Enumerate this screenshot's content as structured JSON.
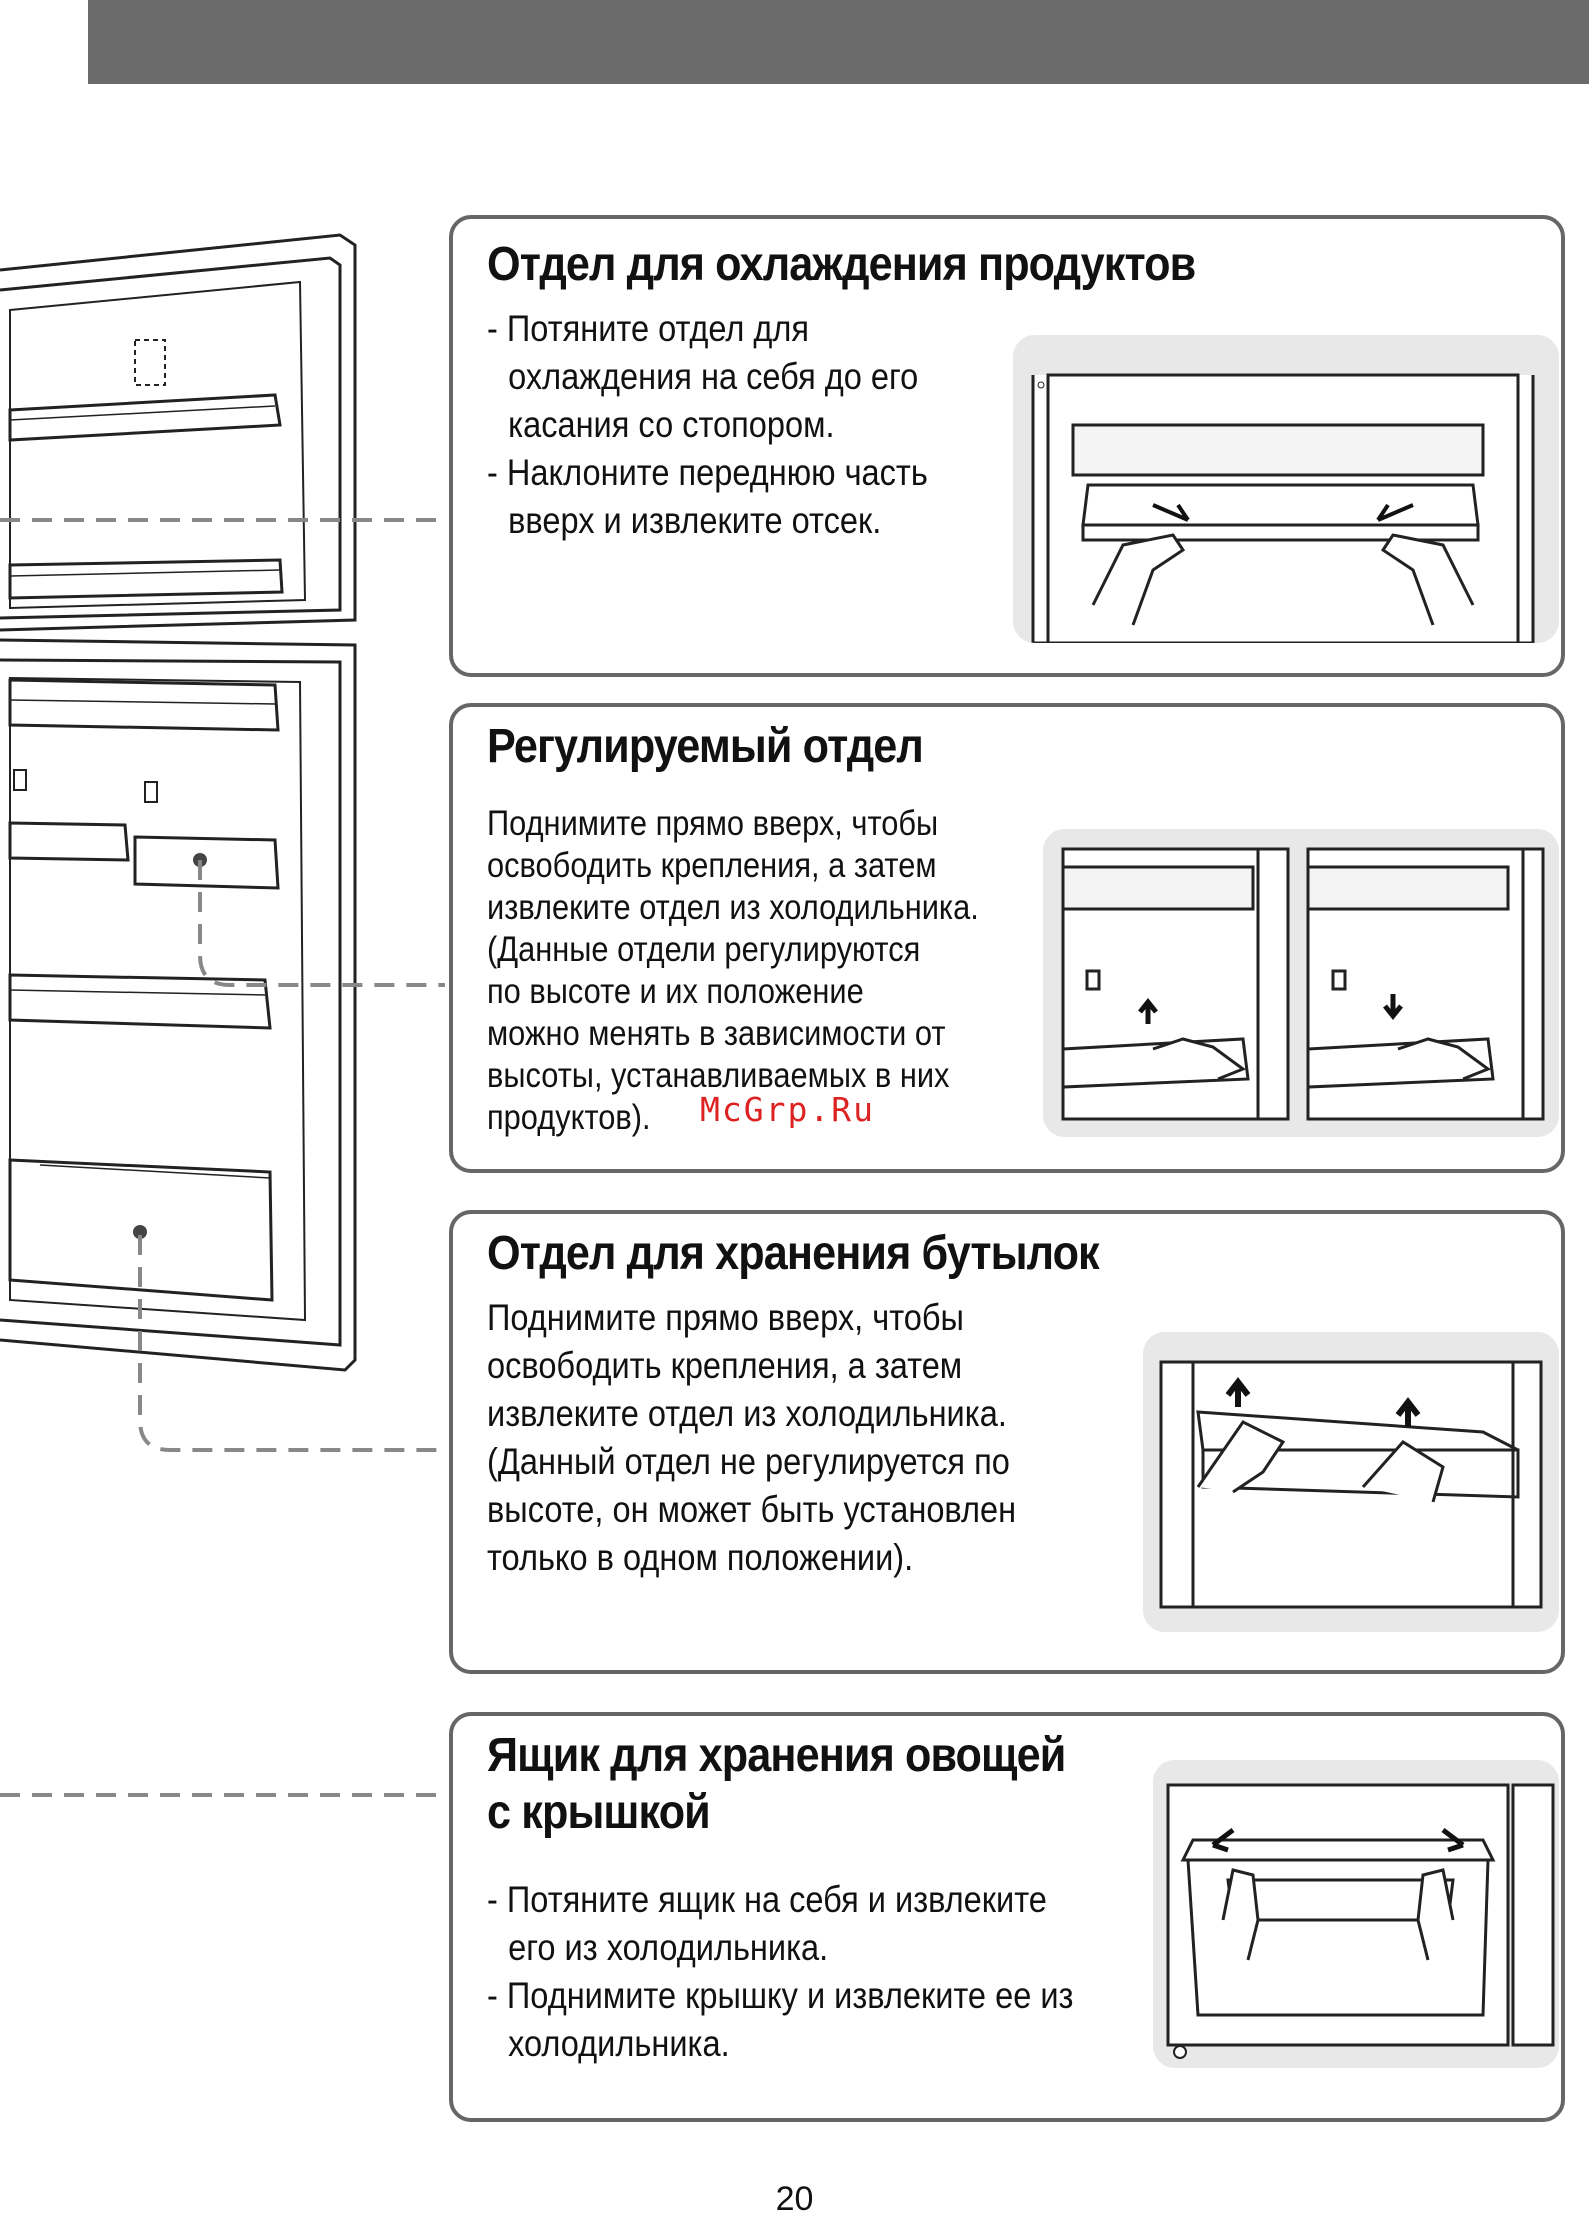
{
  "page_number": "20",
  "watermark": "McGrp.Ru",
  "sections": [
    {
      "title": "Отдел для охлаждения продуктов",
      "bullets": [
        {
          "dash": "-",
          "lines": [
            "Потяните отдел для",
            "охлаждения на себя до его",
            "касания со стопором."
          ]
        },
        {
          "dash": "-",
          "lines": [
            "Наклоните переднюю часть",
            "вверх и извлеките отсек."
          ]
        }
      ]
    },
    {
      "title": "Регулируемый отдел",
      "lines": [
        "Поднимите прямо вверх, чтобы",
        "освободить крепления, а затем",
        "извлеките отдел из холодильника.",
        "(Данные отдели регулируются",
        "по высоте и их положение",
        "можно менять в зависимости от",
        "высоты, устанавливаемых в них",
        "продуктов)."
      ]
    },
    {
      "title": "Отдел для хранения бутылок",
      "lines": [
        "Поднимите прямо вверх, чтобы",
        "освободить крепления, а затем",
        "извлеките отдел из холодильника.",
        "(Данный отдел не регулируется по",
        "высоте, он может быть установлен",
        "только в одном положении)."
      ]
    },
    {
      "title_lines": [
        "Ящик для хранения овощей",
        "с крышкой"
      ],
      "bullets": [
        {
          "dash": "-",
          "lines": [
            "Потяните ящик на себя и извлеките",
            "его из холодильника."
          ]
        },
        {
          "dash": "-",
          "lines": [
            "Поднимите крышку и извлеките ее из",
            "холодильника."
          ]
        }
      ]
    }
  ]
}
